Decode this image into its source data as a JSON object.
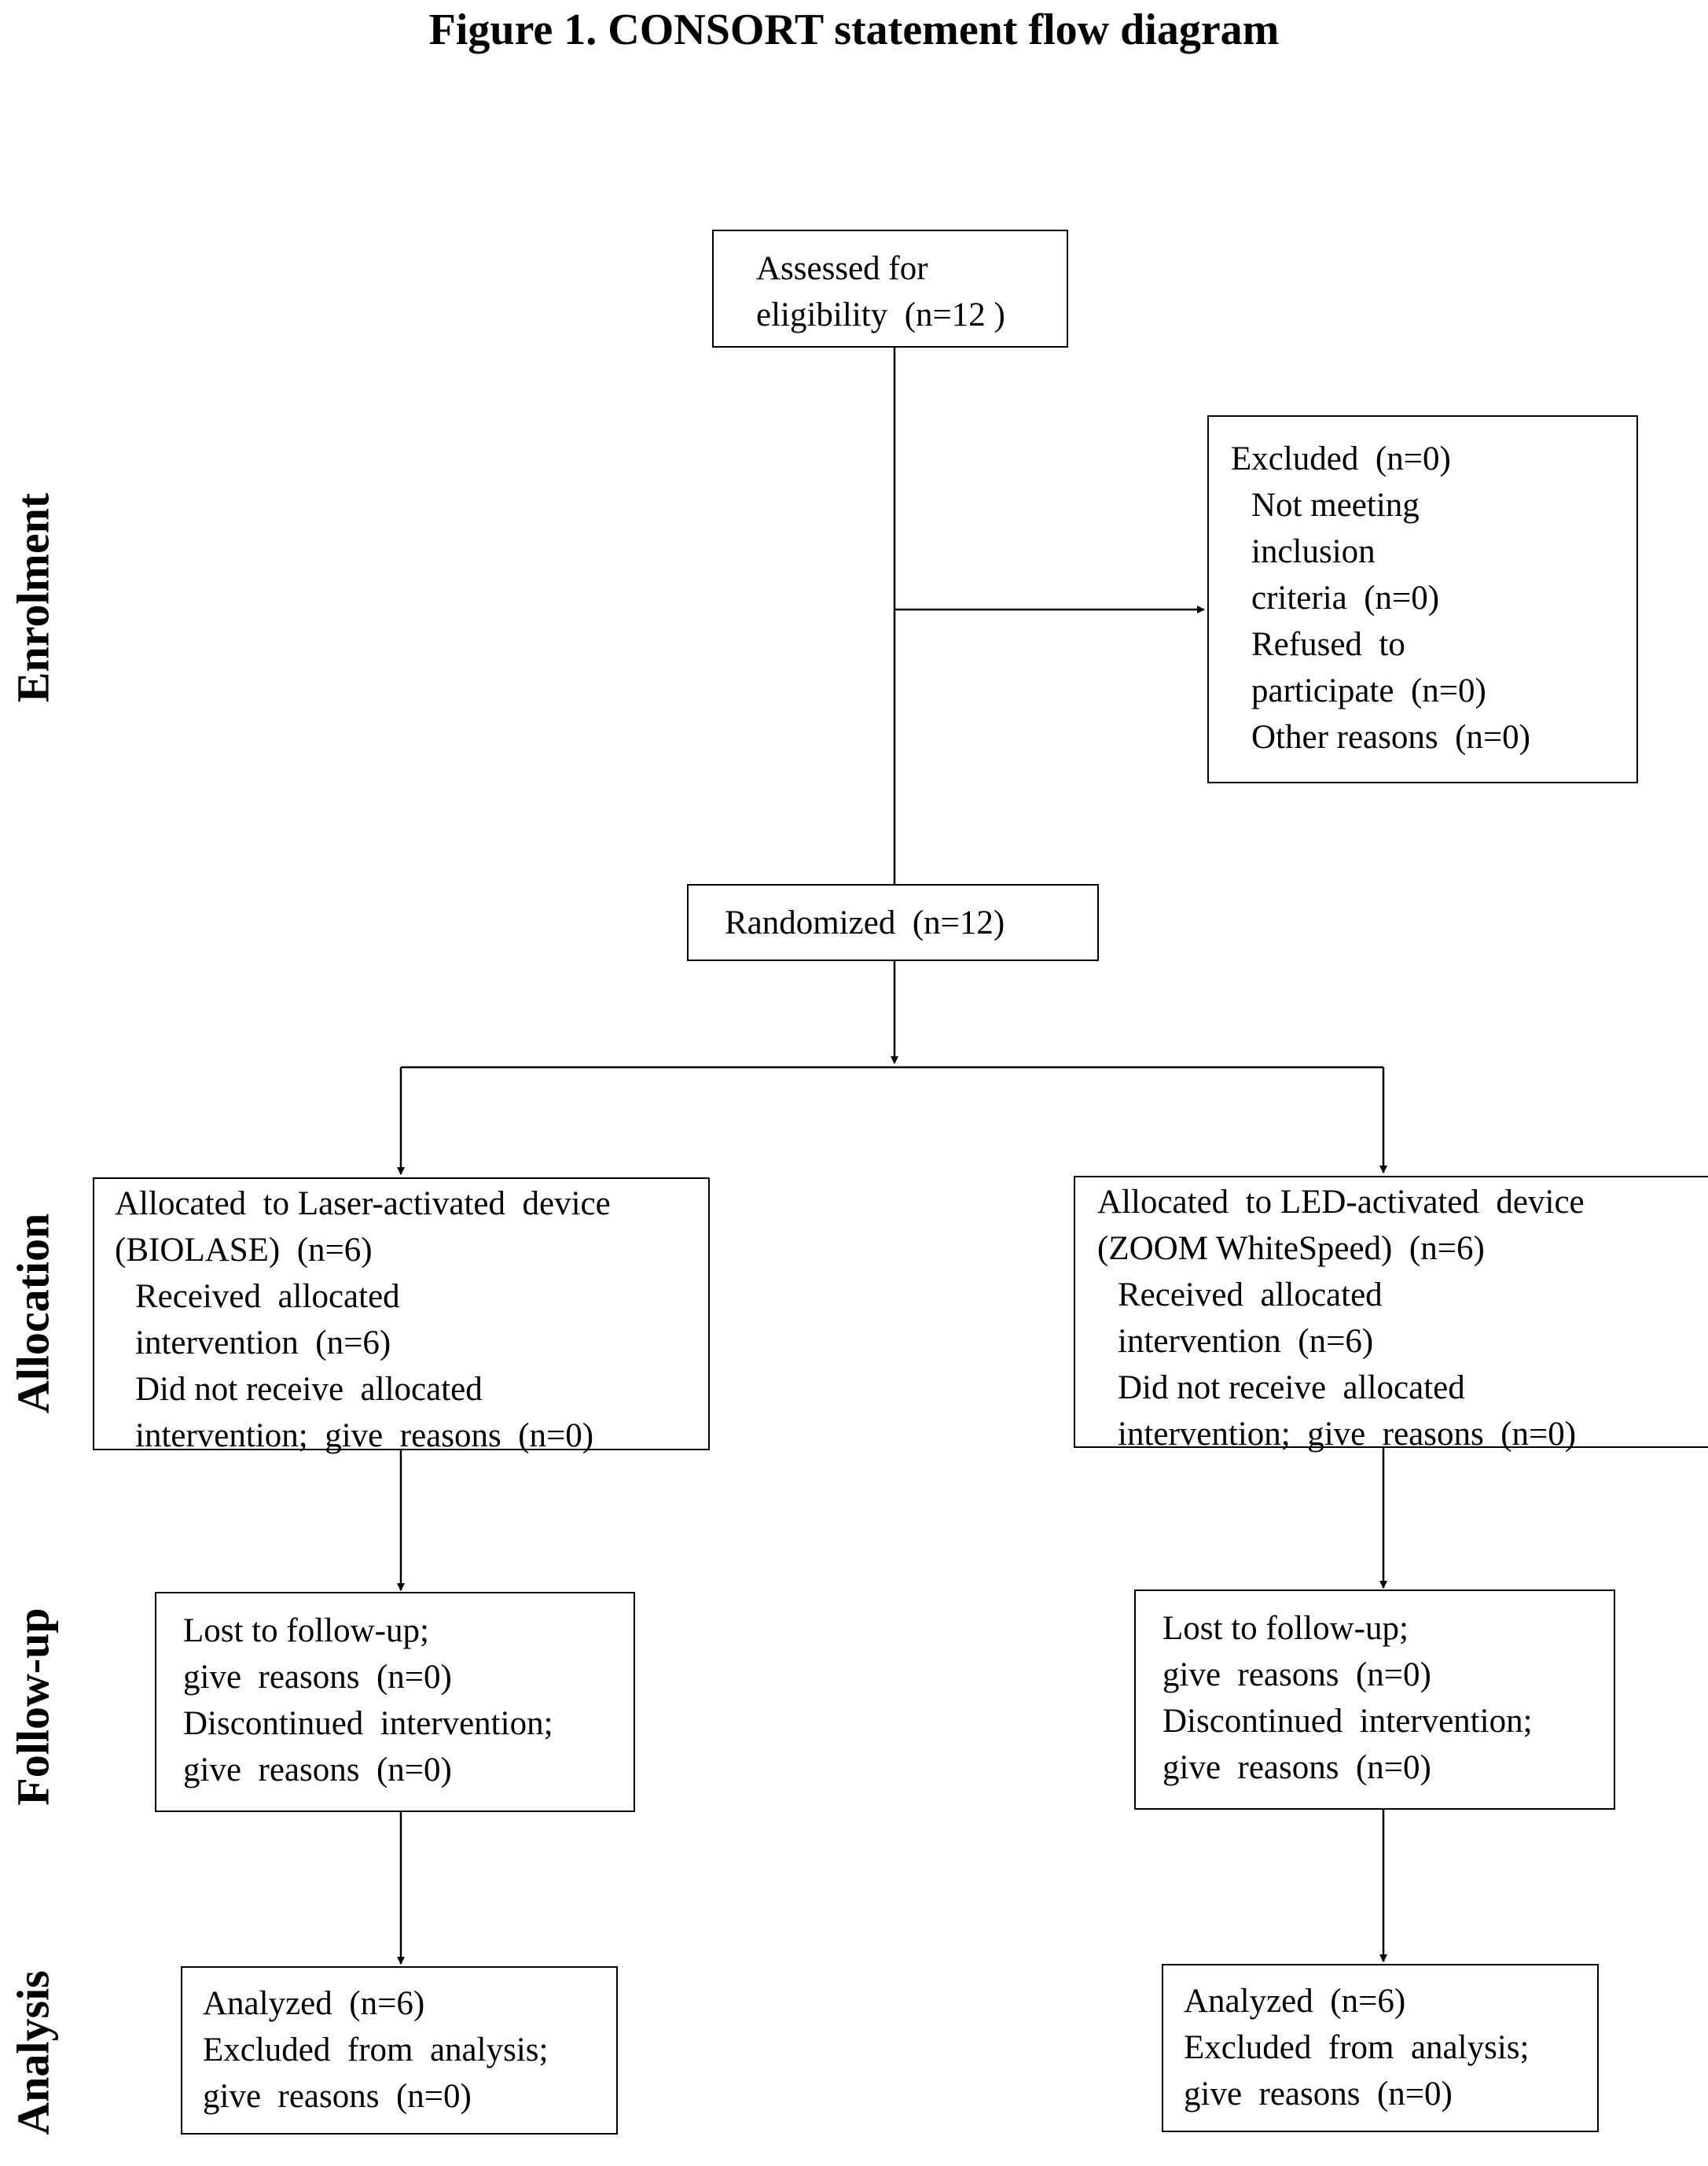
{
  "title": "Figure 1. CONSORT statement flow diagram",
  "stages": {
    "enrolment": "Enrolment",
    "allocation": "Allocation",
    "follow_up": "Follow-up",
    "analysis": "Analysis"
  },
  "assessed": [
    "Assessed for",
    "eligibility  (n=12 )"
  ],
  "excluded": {
    "heading": "Excluded  (n=0)",
    "items": [
      "Not meeting",
      "inclusion",
      "criteria  (n=0)",
      "Refused  to",
      "participate  (n=0)",
      "Other reasons  (n=0)"
    ]
  },
  "randomized": "Randomized  (n=12)",
  "left": {
    "allocation": {
      "heading": [
        "Allocated  to Laser-activated  device",
        "(BIOLASE)  (n=6)"
      ],
      "items": [
        "Received  allocated",
        "intervention  (n=6)",
        "Did not receive  allocated",
        "intervention;  give  reasons  (n=0)"
      ]
    },
    "follow_up": [
      "Lost to follow-up;",
      "give  reasons  (n=0)",
      "Discontinued  intervention;",
      "give  reasons  (n=0)"
    ],
    "analysis": [
      "Analyzed  (n=6)",
      "Excluded  from  analysis;",
      "give  reasons  (n=0)"
    ]
  },
  "right": {
    "allocation": {
      "heading": [
        "Allocated  to LED-activated  device",
        "(ZOOM WhiteSpeed)  (n=6)"
      ],
      "items": [
        "Received  allocated",
        "intervention  (n=6)",
        "Did not receive  allocated",
        "intervention;  give  reasons  (n=0)"
      ]
    },
    "follow_up": [
      "Lost to follow-up;",
      "give  reasons  (n=0)",
      "Discontinued  intervention;",
      "give  reasons  (n=0)"
    ],
    "analysis": [
      "Analyzed  (n=6)",
      "Excluded  from  analysis;",
      "give  reasons  (n=0)"
    ]
  }
}
